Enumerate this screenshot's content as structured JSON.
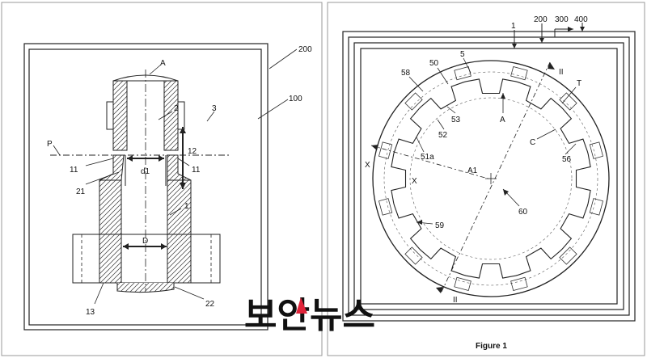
{
  "left_panel": {
    "labels": {
      "A": "A",
      "n2": "2",
      "n3": "3",
      "P": "P",
      "n12": "12",
      "n11_left": "11",
      "n11_right": "11",
      "d1": "d1",
      "n21": "21",
      "n1": "1",
      "D": "D",
      "n13": "13",
      "n22": "22",
      "n200": "200",
      "n100": "100"
    }
  },
  "right_panel": {
    "labels": {
      "n1": "1",
      "n200": "200",
      "n300": "300",
      "n400": "400",
      "II_top": "II",
      "II_bottom": "II",
      "n5": "5",
      "n50": "50",
      "n58": "58",
      "T": "T",
      "n53": "53",
      "n52": "52",
      "A": "A",
      "C": "C",
      "n56": "56",
      "n51a": "51a",
      "X_left": "X",
      "X_inner": "X",
      "A1": "A1",
      "n60": "60",
      "n59": "59"
    }
  },
  "caption": "Figure 1",
  "watermark": "보안뉴스",
  "colors": {
    "line": "#222222",
    "watermark": "#e3e3e3",
    "watermark_accent": "#e0243a"
  }
}
